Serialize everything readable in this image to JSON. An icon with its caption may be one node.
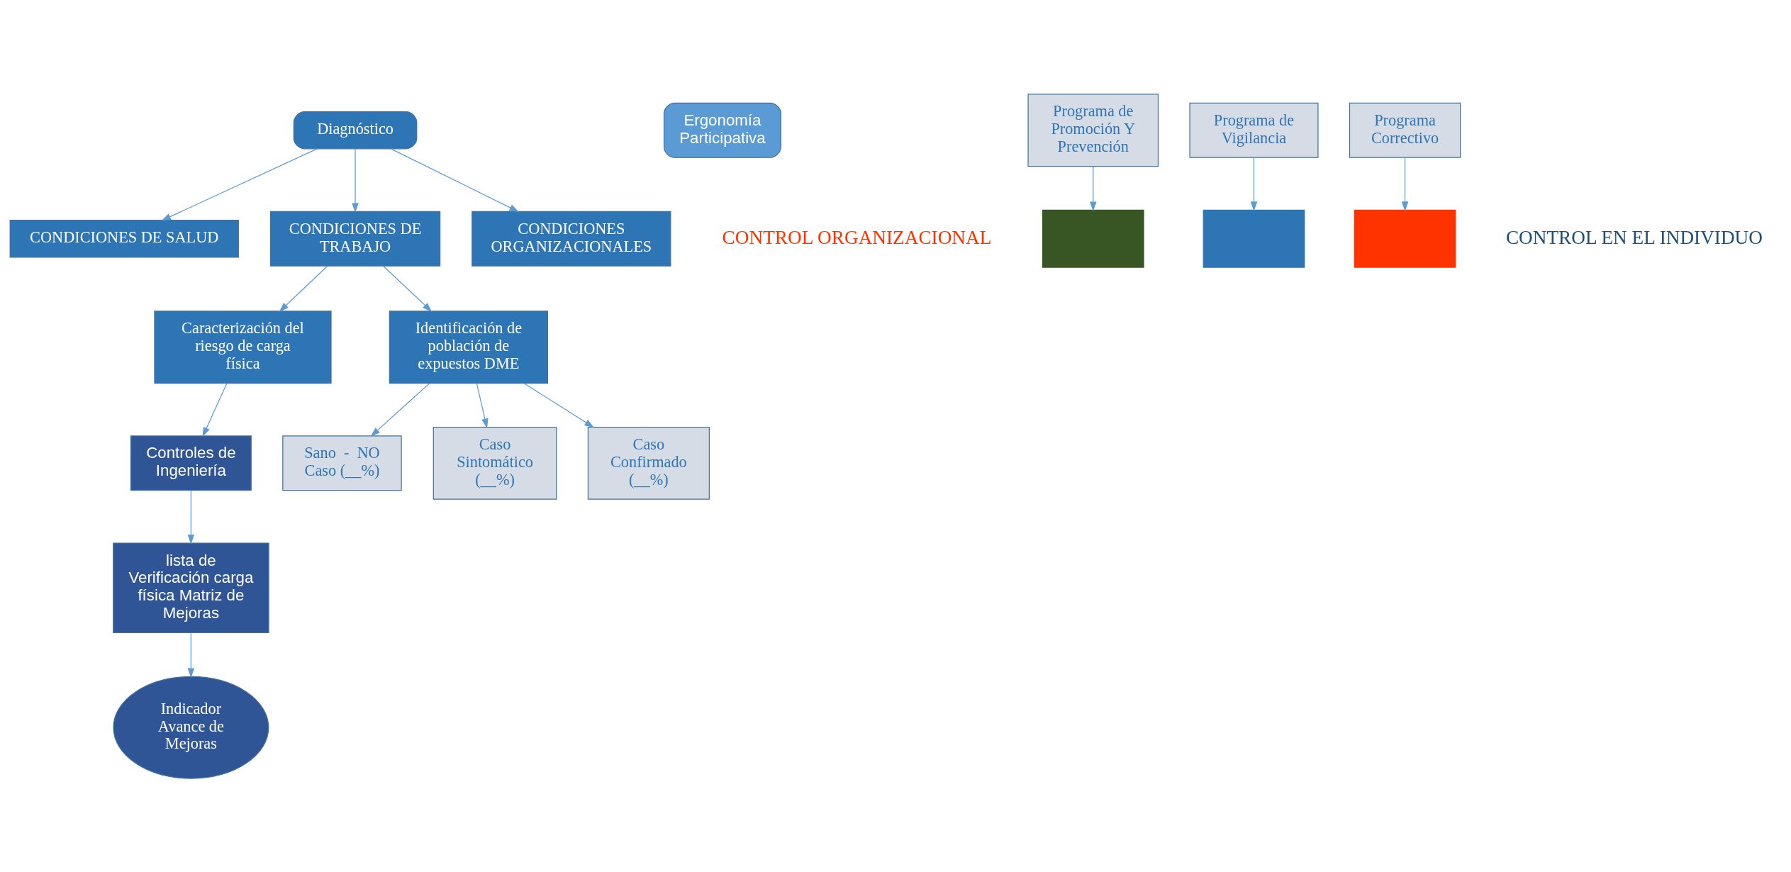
{
  "diagram": {
    "nodes": [
      {
        "text": [
          "Diagnóstico"
        ]
      },
      {
        "text": [
          "CONDICIONES DE SALUD"
        ]
      },
      {
        "text": [
          "CONDICIONES DE TRABAJO"
        ]
      },
      {
        "text": [
          "CONDICIONES ORGANIZACIONALES"
        ]
      },
      {
        "text": [
          "Caracterización del riesgo de carga física"
        ]
      },
      {
        "text": [
          "Identificación de población de expuestos DME"
        ]
      },
      {
        "text": [
          "Controles de Ingeniería"
        ]
      },
      {
        "text": [
          "lista de Verificación carga física Matriz de Mejoras"
        ]
      },
      {
        "text": [
          "Ergonomía Participativa"
        ]
      },
      {
        "text": [
          "Indicador Avance de Mejoras"
        ]
      },
      {
        "text": [
          "Sano  -  NO Caso (__%)"
        ]
      },
      {
        "text": [
          "Caso Sintomático (__%)"
        ]
      },
      {
        "text": [
          "Caso Confirmado (__%)"
        ]
      },
      {
        "text": [
          "Programa de Promoción Y Prevención"
        ]
      },
      {
        "text": [
          "Programa de Vigilancia"
        ]
      },
      {
        "text": [
          "Programa Correctivo"
        ]
      },
      {
        "text": [],
        "shape": "box"
      },
      {
        "text": [],
        "shape": "box"
      },
      {
        "text": [],
        "shape": "box"
      }
    ],
    "edges": [
      {
        "from": 0,
        "to": 1,
        "arrow": "to"
      },
      {
        "from": 0,
        "to": 2,
        "arrow": "to"
      },
      {
        "from": 0,
        "to": 3,
        "arrow": "to"
      },
      {
        "from": 2,
        "to": 4,
        "arrow": "to"
      },
      {
        "from": 2,
        "to": 5,
        "arrow": "to"
      },
      {
        "from": 4,
        "to": 6,
        "arrow": "to"
      },
      {
        "from": 6,
        "to": 7,
        "arrow": "to"
      },
      {
        "from": 7,
        "to": 9,
        "arrow": "to"
      },
      {
        "from": 5,
        "to": 10,
        "arrow": "to"
      },
      {
        "from": 5,
        "to": 11,
        "arrow": "to"
      },
      {
        "from": 5,
        "to": 12,
        "arrow": "to"
      },
      {
        "from": 13,
        "to": 16,
        "arrow": "to"
      },
      {
        "from": 14,
        "to": 17,
        "arrow": "to"
      },
      {
        "from": 15,
        "to": 18,
        "arrow": "to"
      }
    ],
    "labels": [
      "CONTROL ORGANIZACIONAL",
      "CONTROL EN EL INDIVIDUO"
    ]
  }
}
